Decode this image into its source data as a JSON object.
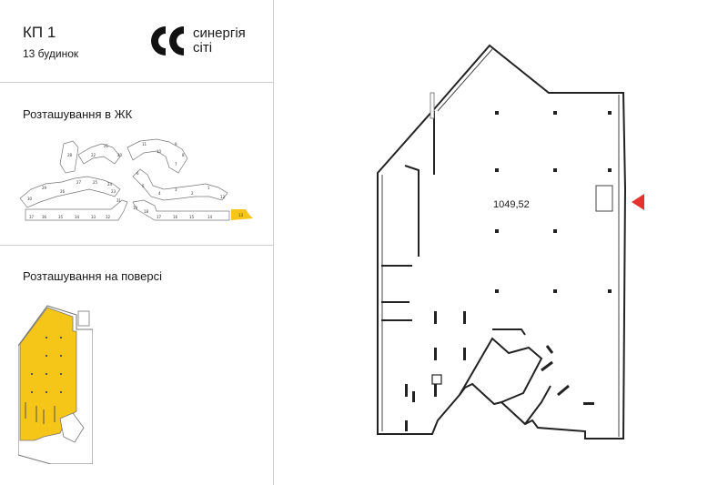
{
  "header": {
    "title": "КП 1",
    "building": "13 будинок",
    "brand_line1": "синергія",
    "brand_line2": "сіті",
    "logo_icon": "double-c-logo-icon"
  },
  "complex": {
    "title": "Розташування в ЖК",
    "highlight_color": "#f5c518",
    "highlight_building": "13",
    "building_labels": [
      "28",
      "22",
      "21",
      "20",
      "11",
      "10",
      "9",
      "8",
      "7",
      "29",
      "27",
      "26",
      "25",
      "24",
      "23",
      "6",
      "5",
      "4",
      "3",
      "2",
      "1",
      "30",
      "31",
      "32",
      "12",
      "37",
      "36",
      "35",
      "34",
      "33",
      "19",
      "18",
      "17",
      "16",
      "15",
      "14",
      "13"
    ]
  },
  "floor": {
    "title": "Розташування на поверсі",
    "highlight_color": "#f5c518"
  },
  "plan": {
    "area": "1049,52",
    "entrance_marker_color": "#e5322d",
    "entrance_icon": "triangle-left-icon"
  }
}
